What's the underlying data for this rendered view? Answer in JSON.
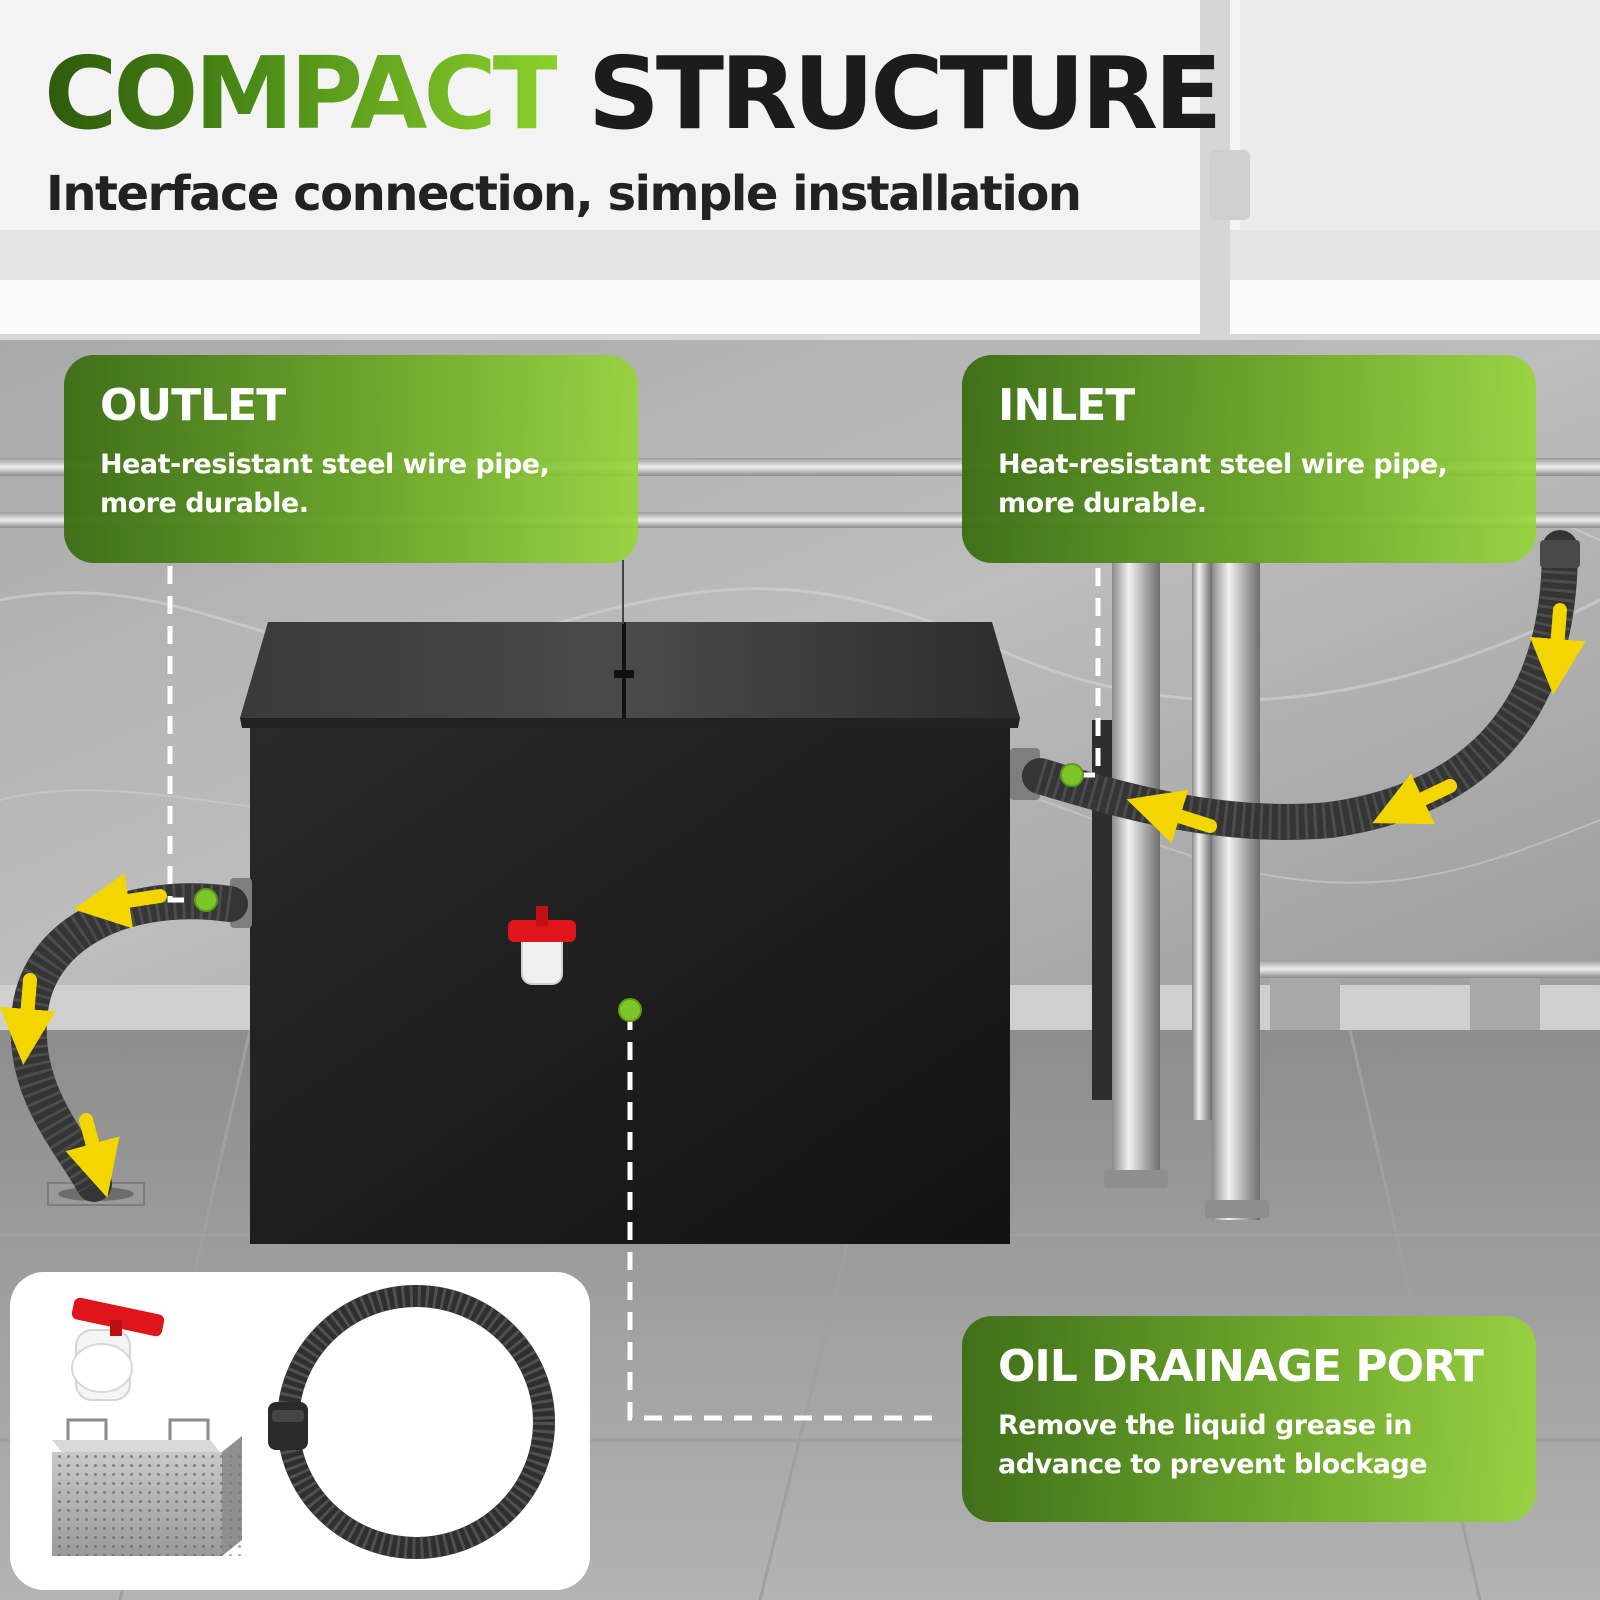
{
  "header": {
    "title_accent": "COMPACT",
    "title_rest": "STRUCTURE",
    "subtitle": "Interface connection, simple installation"
  },
  "callouts": {
    "outlet": {
      "title": "OUTLET",
      "line1": "Heat-resistant steel wire pipe,",
      "line2": "more durable."
    },
    "inlet": {
      "title": "INLET",
      "line1": "Heat-resistant steel wire pipe,",
      "line2": "more durable."
    },
    "drain": {
      "title": "OIL DRAINAGE PORT",
      "line1": "Remove the liquid grease in",
      "line2": "advance to prevent blockage"
    }
  },
  "colors": {
    "accent_green": "#8bd02c",
    "dark_green": "#3a6c12",
    "arrow_yellow": "#f3d600",
    "valve_red": "#e0141b",
    "tank_black": "#1a1a1a"
  },
  "accessories": [
    "ball-valve",
    "filter-basket",
    "corrugated-hose"
  ]
}
